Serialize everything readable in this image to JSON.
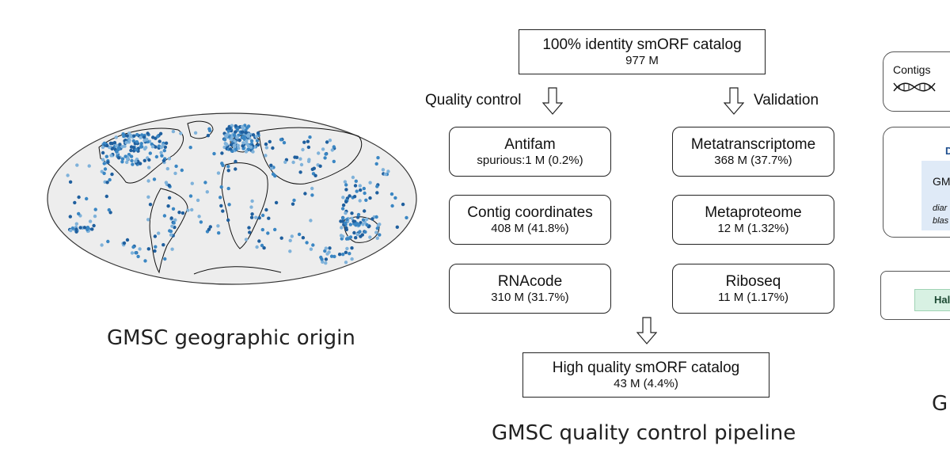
{
  "map": {
    "caption": "GMSC geographic origin"
  },
  "pipeline": {
    "top_box": {
      "title": "100% identity smORF catalog",
      "value": "977 M"
    },
    "quality_label": "Quality control",
    "validation_label": "Validation",
    "quality_steps": [
      {
        "title": "Antifam",
        "value": "spurious:1 M (0.2%)"
      },
      {
        "title": "Contig coordinates",
        "value": "408 M (41.8%)"
      },
      {
        "title": "RNAcode",
        "value": "310 M (31.7%)"
      }
    ],
    "validation_steps": [
      {
        "title": "Metatranscriptome",
        "value": "368 M (37.7%)"
      },
      {
        "title": "Metaproteome",
        "value": "12 M (1.32%)"
      },
      {
        "title": "Riboseq",
        "value": "11 M (1.17%)"
      }
    ],
    "bottom_box": {
      "title": "High quality smORF catalog",
      "value": "43 M (4.4%)"
    },
    "caption": "GMSC quality control pipeline"
  },
  "right_panel": {
    "contigs_label": "Contigs",
    "partial_text_1": "GM",
    "partial_text_2": "diar",
    "partial_text_3": "blas",
    "partial_bold": "D",
    "partial_button": "Hal",
    "partial_caption": "G"
  },
  "colors": {
    "dot_dark": "#1f5f9e",
    "dot_mid": "#3a86c3",
    "dot_light": "#7fb2da",
    "ocean": "#ededed",
    "panel_blue": "#dfeaf7",
    "panel_green": "#d8f1e3"
  }
}
